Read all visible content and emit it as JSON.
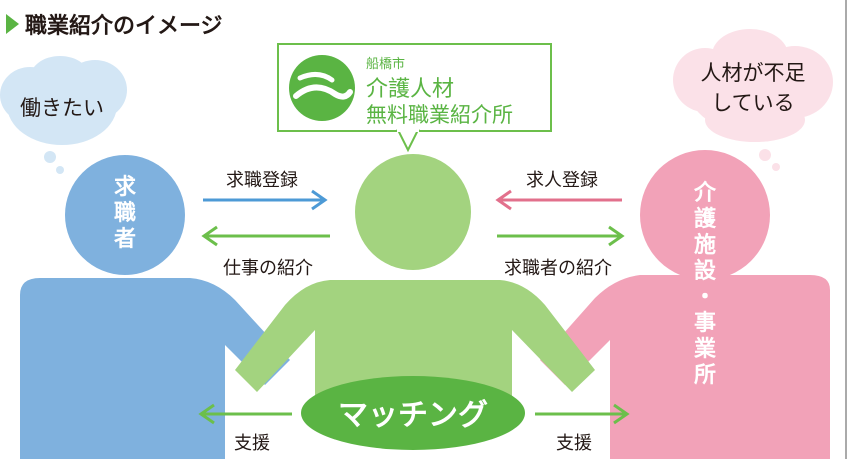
{
  "heading": "職業紹介のイメージ",
  "logo": {
    "city": "船橋市",
    "line1": "介護人材",
    "line2": "無料職業紹介所"
  },
  "bubbles": {
    "left": "働きたい",
    "right_line1": "人材が不足",
    "right_line2": "している"
  },
  "figures": {
    "left": [
      "求",
      "職",
      "者"
    ],
    "right": [
      "介",
      "護",
      "施",
      "設",
      "・",
      "事",
      "業",
      "所"
    ]
  },
  "arrows": {
    "job_registration": "求職登録",
    "job_introduction": "仕事の紹介",
    "staff_registration": "求人登録",
    "applicant_introduction": "求職者の紹介",
    "support_left": "支援",
    "support_right": "支援"
  },
  "matching": "マッチング",
  "colors": {
    "green": "#5ab443",
    "green_light": "#a3d37f",
    "blue": "#7fb1de",
    "pink": "#f2a2b8",
    "bubble_blue": "#d3e6f5",
    "bubble_pink": "#fbe1e8",
    "arrow_blue": "#4d9ad6",
    "arrow_pink": "#e2708c",
    "arrow_green": "#6cbf4b",
    "text": "#231815"
  }
}
